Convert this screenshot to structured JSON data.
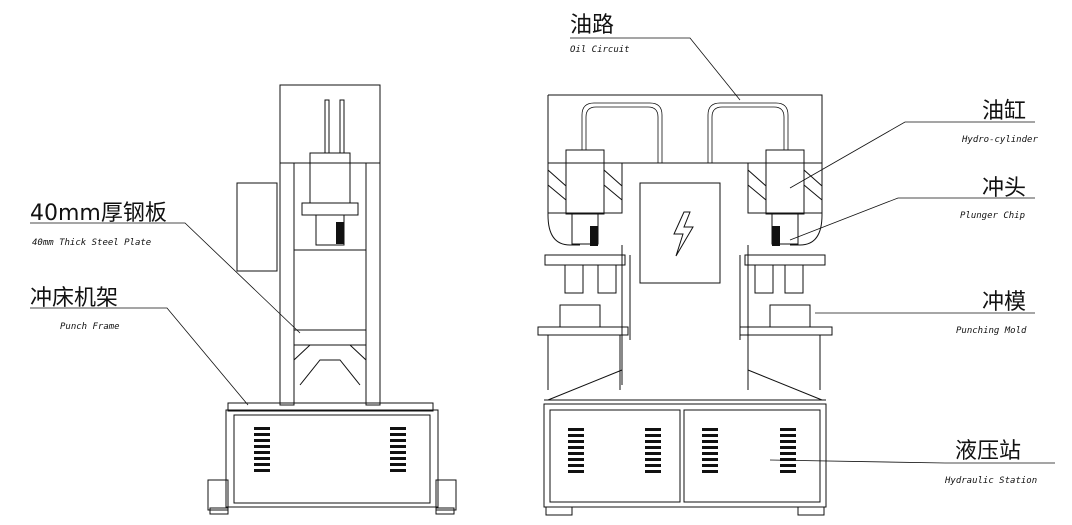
{
  "labels": {
    "steel_plate": {
      "zh": "40mm厚钢板",
      "en": "40mm Thick Steel Plate"
    },
    "punch_frame": {
      "zh": "冲床机架",
      "en": "Punch Frame"
    },
    "oil_circuit": {
      "zh": "油路",
      "en": "Oil Circuit"
    },
    "hydro_cylinder": {
      "zh": "油缸",
      "en": "Hydro-cylinder"
    },
    "plunger_chip": {
      "zh": "冲头",
      "en": "Plunger Chip"
    },
    "punching_mold": {
      "zh": "冲模",
      "en": "Punching Mold"
    },
    "hydraulic_station": {
      "zh": "液压站",
      "en": "Hydraulic Station"
    }
  },
  "icons": {
    "electric_panel": "lightning-bolt-icon"
  }
}
